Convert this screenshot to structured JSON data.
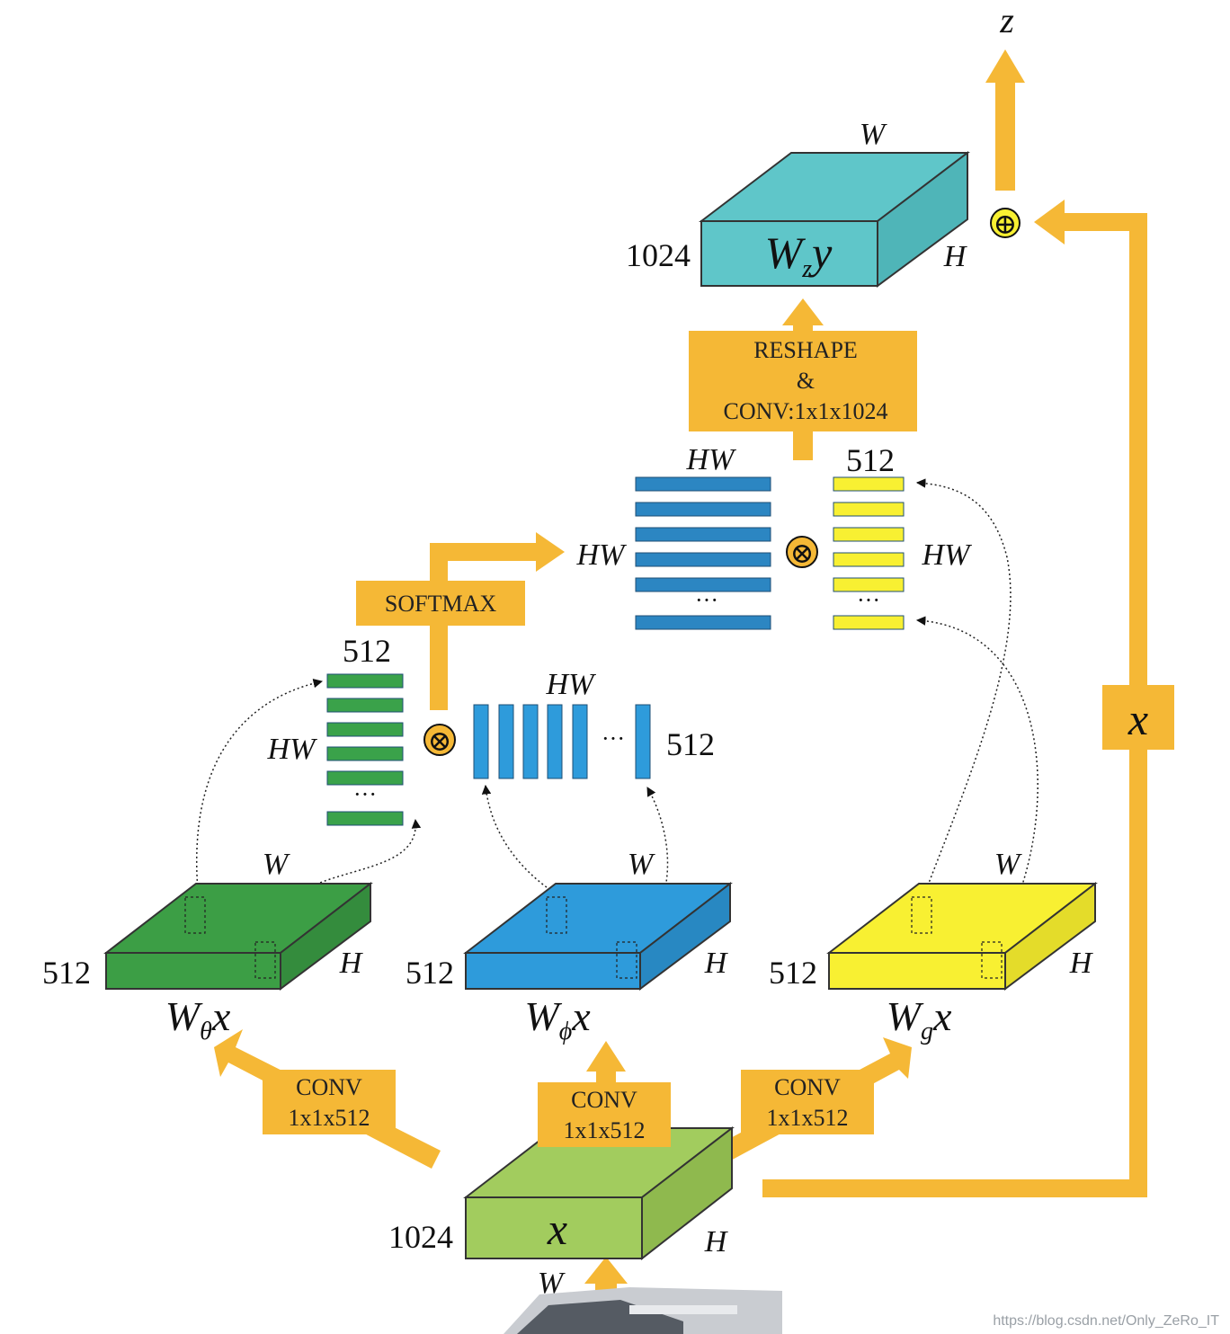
{
  "colors": {
    "arrow": "#F5B836",
    "green_dark": "#3C9E45",
    "green_light": "#A2CC5E",
    "blue": "#2E9BDB",
    "blue_bar": "#2C86C2",
    "yellow": "#F8F032",
    "teal": "#5FC6C9",
    "bar_green": "#3AA24A"
  },
  "output": {
    "z": "z",
    "plus": "⊕"
  },
  "wz_block": {
    "label": "W",
    "sub": "z",
    "var": "y",
    "depth": "1024",
    "w": "W",
    "h": "H"
  },
  "reshape": {
    "line1": "RESHAPE",
    "line2": "&",
    "line3": "CONV:1x1x1024"
  },
  "softmax": {
    "label": "SOFTMAX"
  },
  "attn_matrix": {
    "top": "HW",
    "left": "HW",
    "dots": "···"
  },
  "g_matrix": {
    "top": "512",
    "right": "HW",
    "dots": "···"
  },
  "theta_matrix": {
    "top": "512",
    "left": "HW",
    "dots": "···"
  },
  "phi_matrix": {
    "top": "HW",
    "right": "512",
    "dots": "···"
  },
  "times": "⊗",
  "theta_block": {
    "depth": "512",
    "w": "W",
    "h": "H",
    "label": "W",
    "sub": "θ",
    "var": "x"
  },
  "phi_block": {
    "depth": "512",
    "w": "W",
    "h": "H",
    "label": "W",
    "sub": "ϕ",
    "var": "x"
  },
  "g_block": {
    "depth": "512",
    "w": "W",
    "h": "H",
    "label": "W",
    "sub": "g",
    "var": "x"
  },
  "conv_left": {
    "line1": "CONV",
    "line2": "1x1x512"
  },
  "conv_mid": {
    "line1": "CONV",
    "line2": "1x1x512"
  },
  "conv_right": {
    "line1": "CONV",
    "line2": "1x1x512"
  },
  "input_block": {
    "depth": "1024",
    "var": "x",
    "w": "W",
    "h": "H"
  },
  "skip": {
    "label": "x"
  },
  "watermark": "https://blog.csdn.net/Only_ZeRo_IT"
}
